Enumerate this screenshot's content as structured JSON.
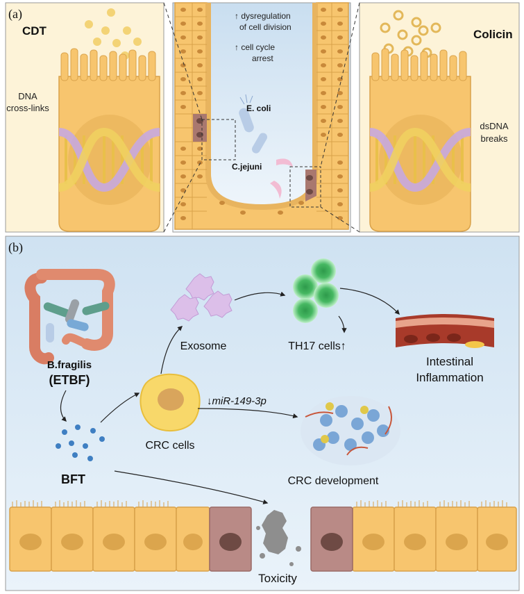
{
  "panel_a": {
    "label": "(a)",
    "left": {
      "title": "CDT",
      "effect_line1": "DNA",
      "effect_line2": "cross-links"
    },
    "center": {
      "note1_line1": "dysregulation",
      "note1_line2": "of cell division",
      "note2_line1": "cell cycle",
      "note2_line2": "arrest",
      "bacterium1": "E. coli",
      "bacterium2": "C.jejuni"
    },
    "right": {
      "title": "Colicin",
      "effect_line1": "dsDNA",
      "effect_line2": "breaks"
    }
  },
  "panel_b": {
    "label": "(b)",
    "bacterium_line1": "B.fragilis",
    "bacterium_line2": "(ETBF)",
    "toxin": "BFT",
    "crc_cells": "CRC cells",
    "exosome": "Exosome",
    "th17": "TH17 cells",
    "inflammation_line1": "Intestinal",
    "inflammation_line2": "Inflammation",
    "mirna": "miR-149-3p",
    "crc_development": "CRC development",
    "toxicity": "Toxicity"
  },
  "colors": {
    "cell_fill": "#f7c56e",
    "cell_stroke": "#d9a24a",
    "nucleus": "#c8893a",
    "damaged_cell": "#b98a86",
    "panel_a_bg": "#fdf3d8",
    "panel_b_bg": "#d9e9f5",
    "th17_green": "#5ccf6e",
    "exosome_purple": "#d9b8e8",
    "toxin_blue": "#3f7fc2"
  }
}
